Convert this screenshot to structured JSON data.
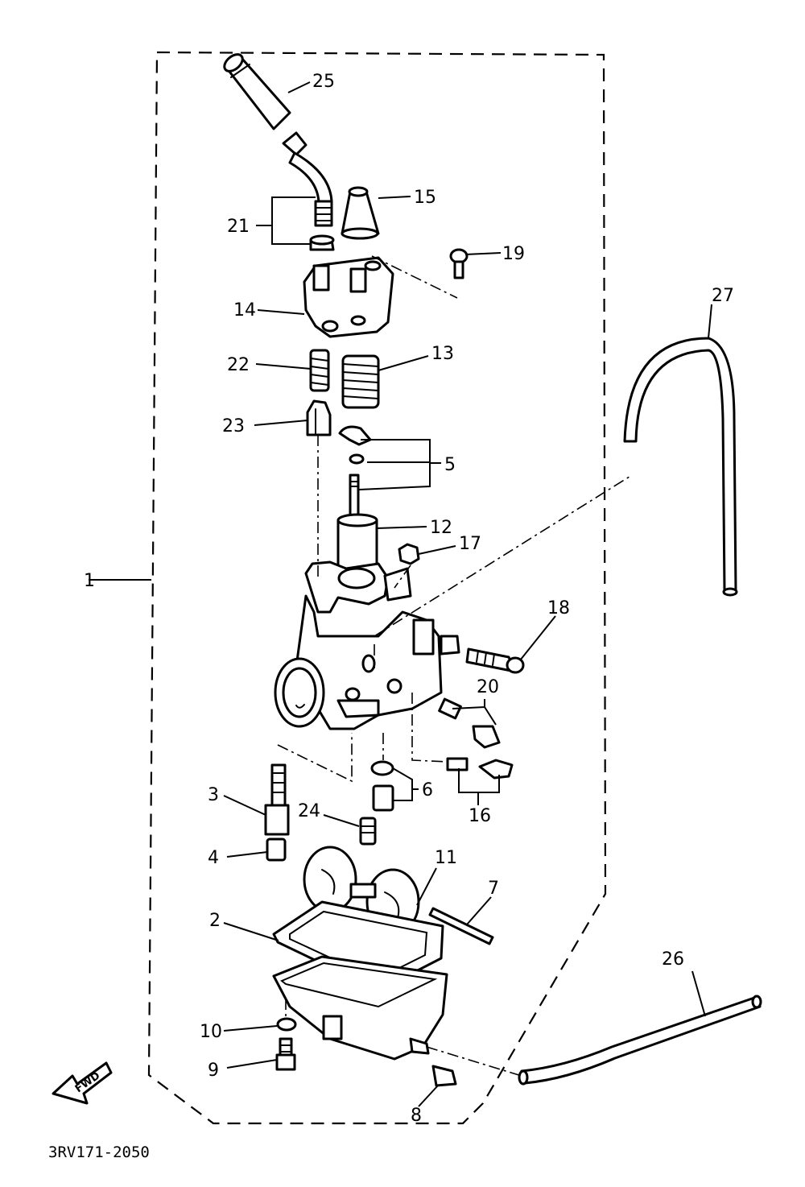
{
  "callouts": {
    "c1": "1",
    "c2": "2",
    "c3": "3",
    "c4": "4",
    "c5": "5",
    "c6": "6",
    "c7": "7",
    "c8": "8",
    "c9": "9",
    "c10": "10",
    "c11": "11",
    "c12": "12",
    "c13": "13",
    "c14": "14",
    "c15": "15",
    "c16": "16",
    "c17": "17",
    "c18": "18",
    "c19": "19",
    "c20": "20",
    "c21": "21",
    "c22": "22",
    "c23": "23",
    "c24": "24",
    "c25": "25",
    "c26": "26",
    "c27": "27"
  },
  "fwd_label": "FWD",
  "diagram_code": "3RV171-2050"
}
